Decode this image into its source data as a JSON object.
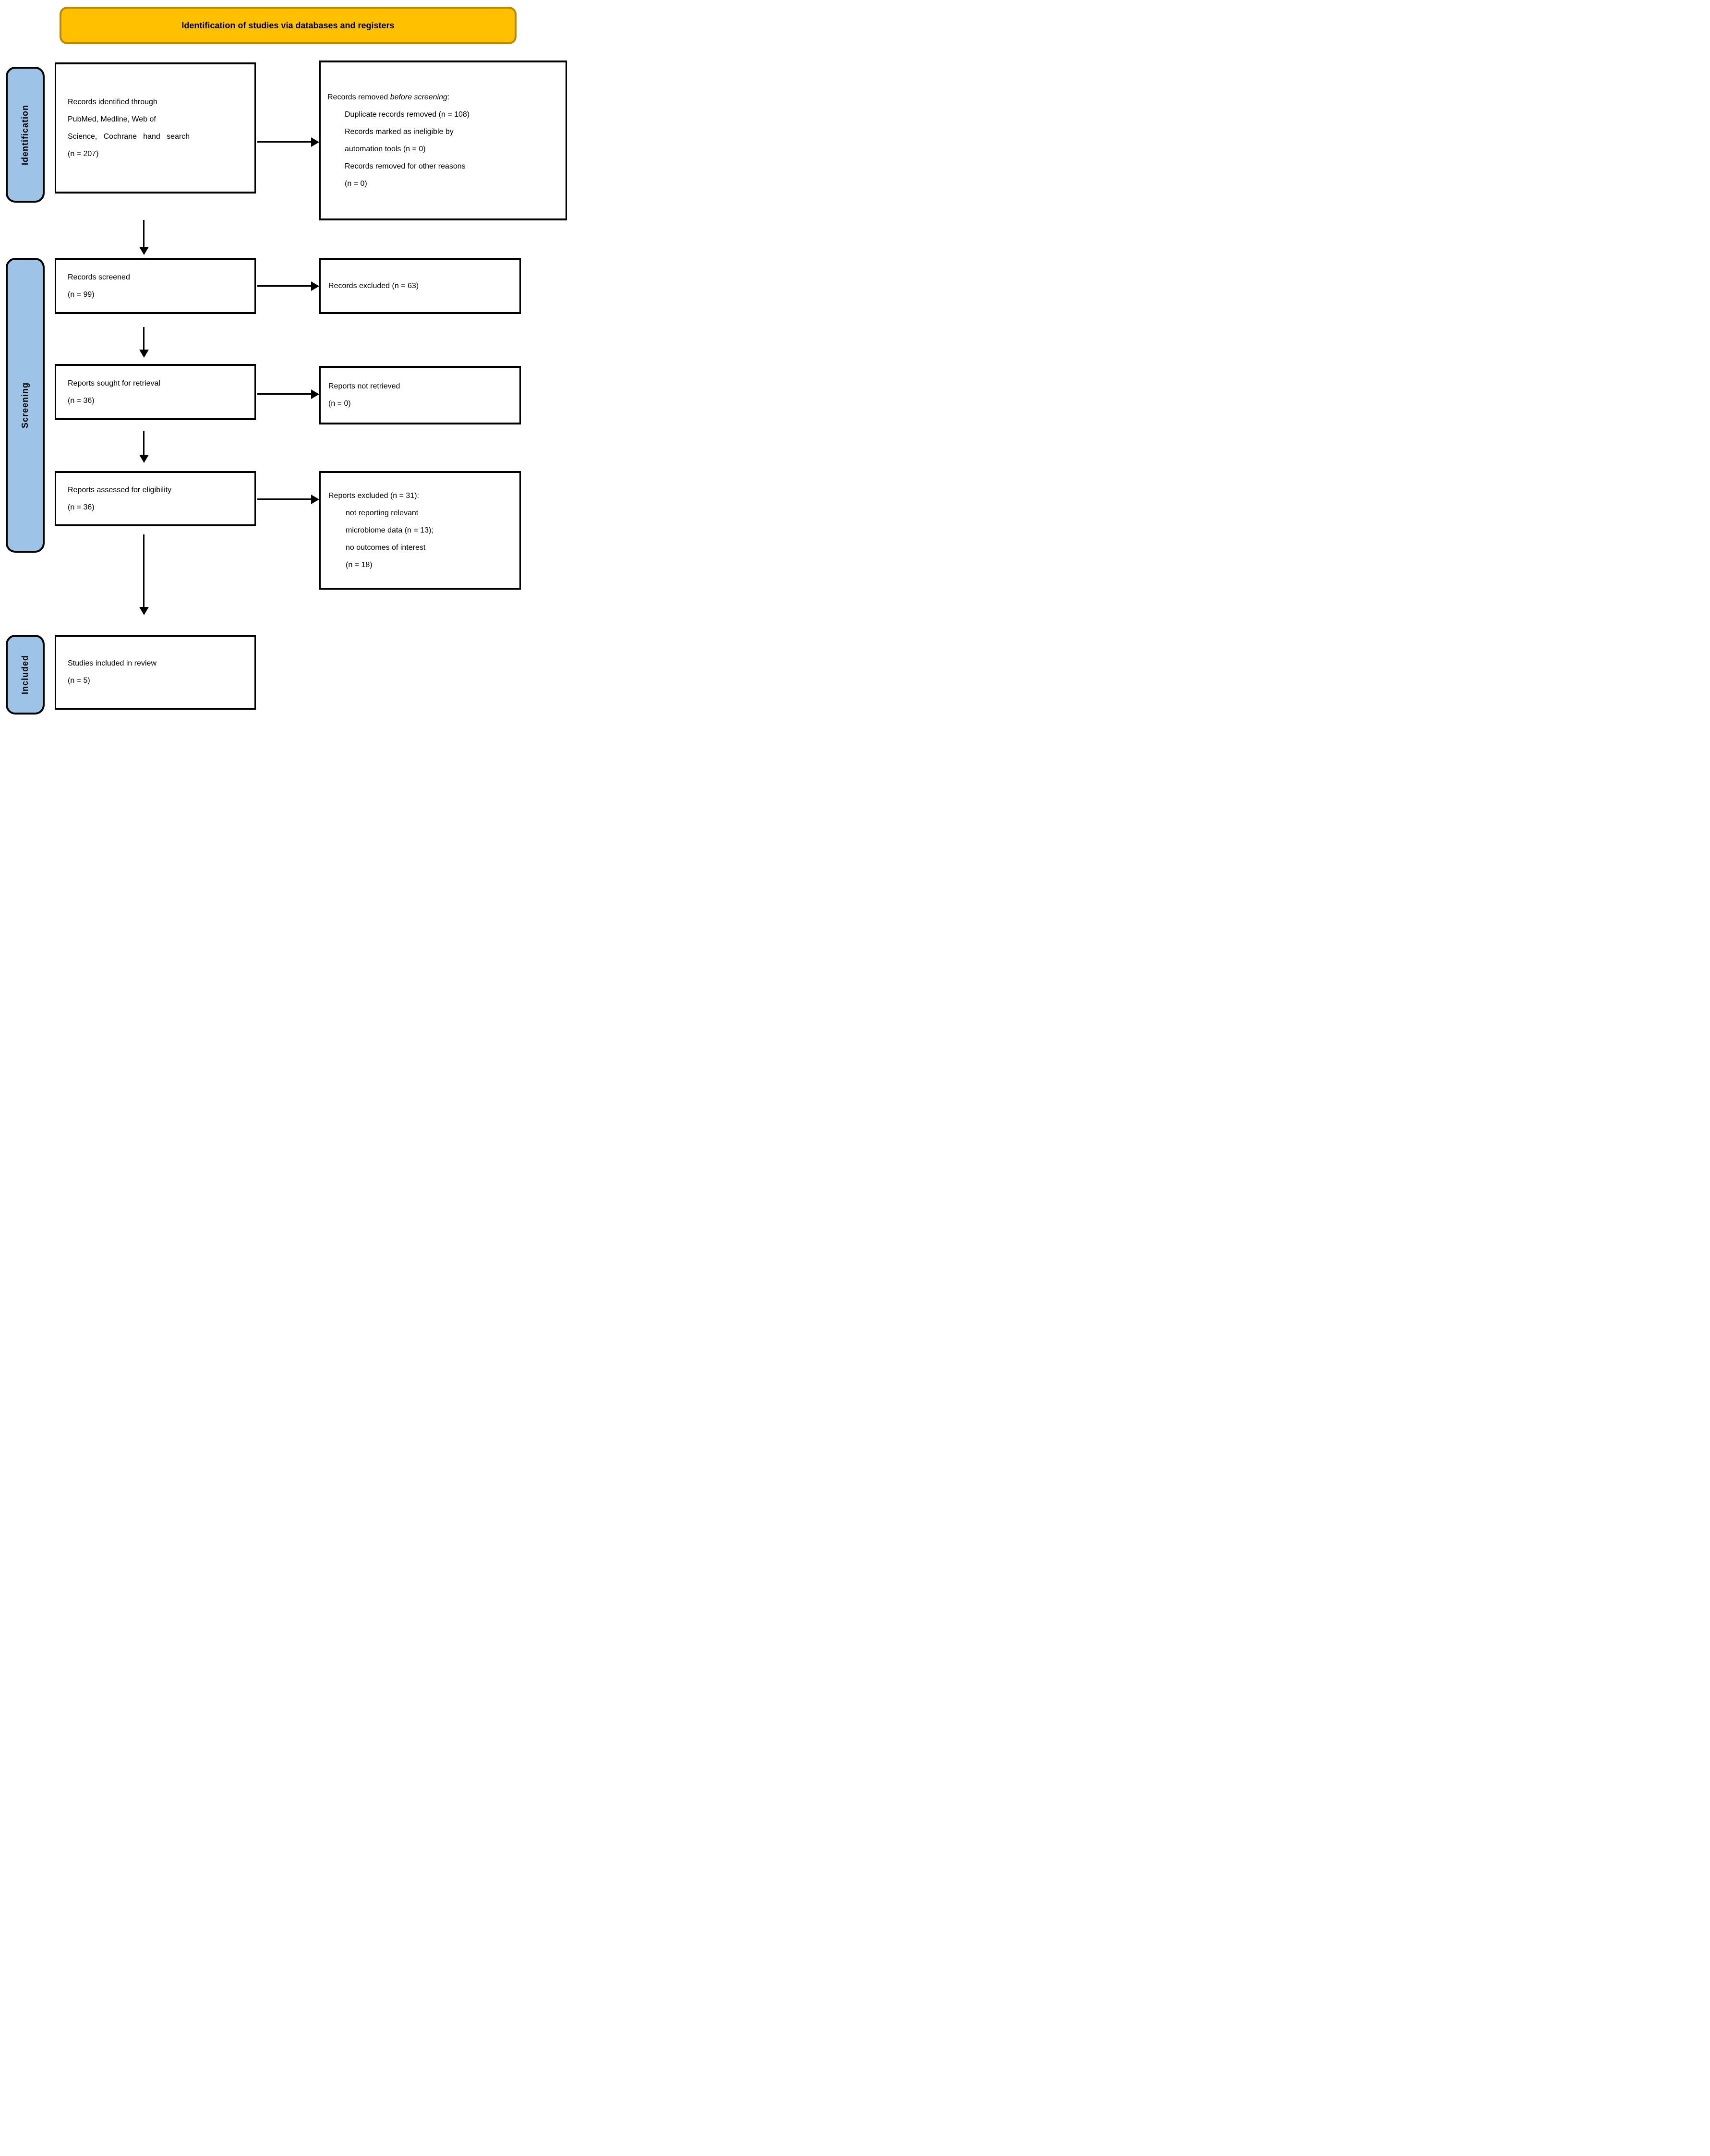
{
  "banner": {
    "title": "Identification of studies via databases and registers"
  },
  "stages": {
    "identification": "Identification",
    "screening": "Screening",
    "included": "Included"
  },
  "boxes": {
    "identified": {
      "lines": [
        "Records identified through",
        "PubMed, Medline, Web of",
        "Science, Cochrane hand search",
        "(n = 207)"
      ]
    },
    "records_removed": {
      "heading_prefix": "Records removed ",
      "heading_italic": "before screening",
      "heading_suffix": ":",
      "lines": [
        "Duplicate records removed (n = 108)",
        "Records marked as ineligible by",
        "automation tools (n = 0)",
        "Records removed for other reasons",
        "(n = 0)"
      ]
    },
    "screened": {
      "lines": [
        "Records screened",
        "(n = 99)"
      ]
    },
    "records_excluded": {
      "lines": [
        "Records excluded (n = 63)"
      ]
    },
    "sought": {
      "lines": [
        "Reports sought for retrieval",
        "(n = 36)"
      ]
    },
    "not_retrieved": {
      "lines": [
        "Reports not retrieved",
        "(n = 0)"
      ]
    },
    "assessed": {
      "lines": [
        "Reports assessed for eligibility",
        "(n = 36)"
      ]
    },
    "reports_excluded": {
      "heading": "Reports excluded (n = 31):",
      "lines": [
        "not reporting relevant",
        "microbiome data (n = 13);",
        "no outcomes of interest",
        "(n = 18)"
      ]
    },
    "included_review": {
      "lines": [
        "Studies included in review",
        "(n = 5)"
      ]
    }
  },
  "colors": {
    "banner_fill": "#FFC000",
    "banner_border": "#B88A00",
    "stage_fill": "#9DC3E6",
    "box_border": "#000000",
    "arrow": "#000000"
  }
}
